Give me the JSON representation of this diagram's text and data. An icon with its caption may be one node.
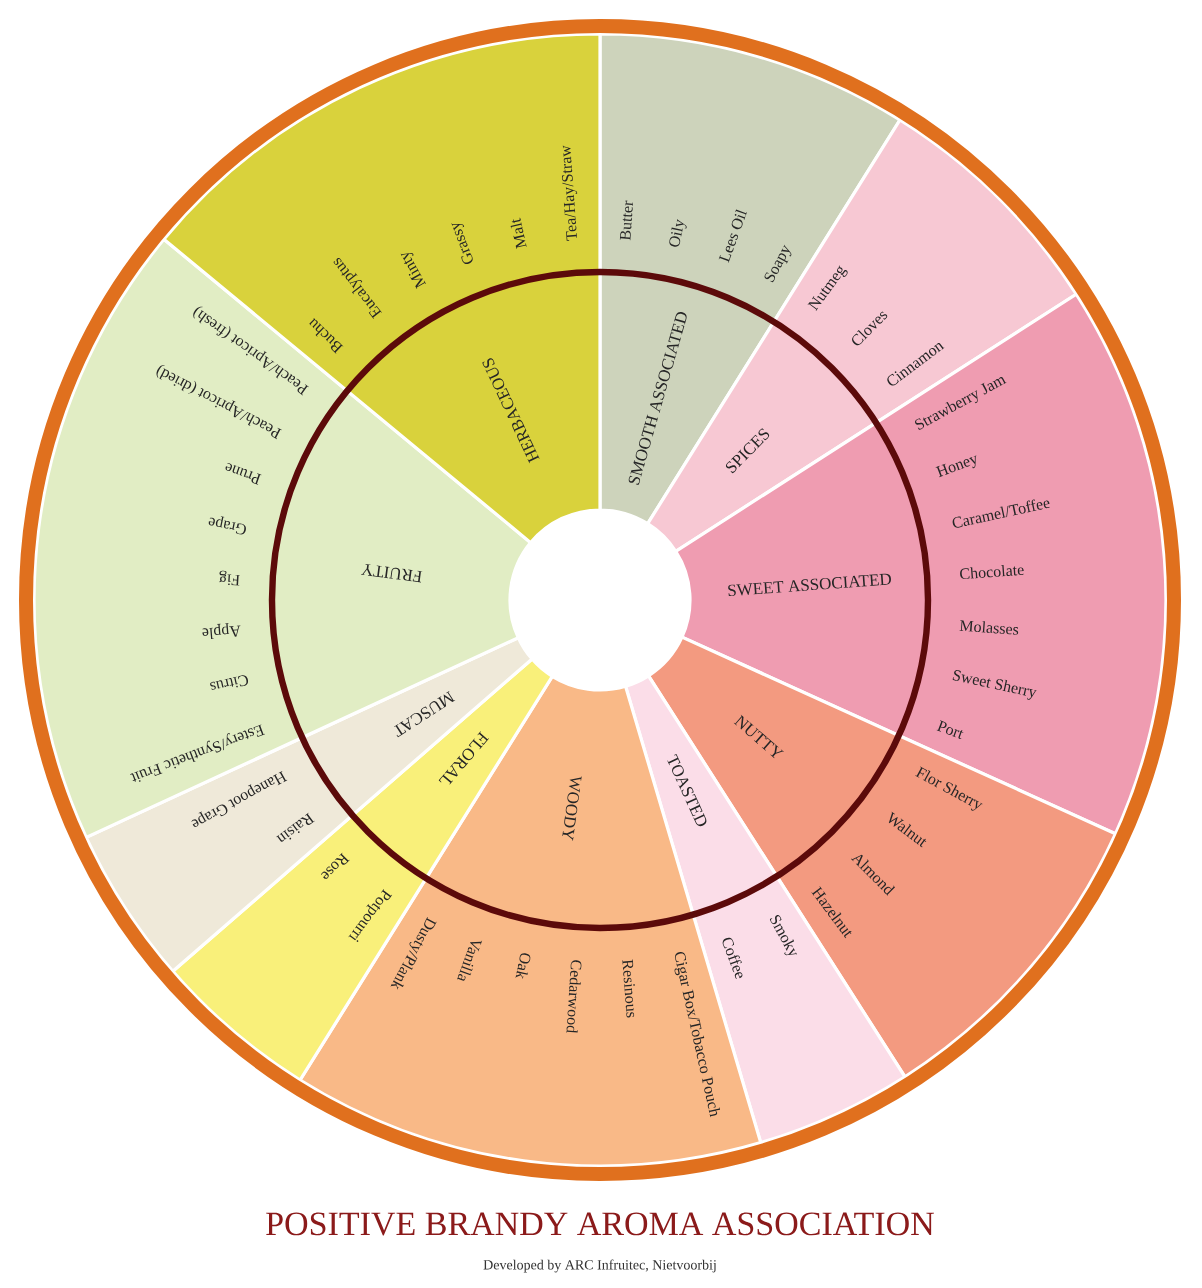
{
  "diagram": {
    "title": "POSITIVE BRANDY AROMA ASSOCIATION",
    "caption": "Developed by ARC Infruitec, Nietvoorbij",
    "nodes": [
      {
        "text": [
          "SMOOTH ASSOCIATED",
          "Butter",
          "Oily",
          "Lees Oil",
          "Soapy"
        ]
      },
      {
        "text": [
          "SPICES",
          "Nutmeg",
          "Cloves",
          "Cinnamon"
        ]
      },
      {
        "text": [
          "SWEET ASSOCIATED",
          "Strawberry Jam",
          "Honey",
          "Caramel/Toffee",
          "Chocolate",
          "Molasses",
          "Sweet Sherry",
          "Port"
        ]
      },
      {
        "text": [
          "NUTTY",
          "Flor Sherry",
          "Walnut",
          "Almond",
          "Hazelnut"
        ]
      },
      {
        "text": [
          "TOASTED",
          "Smoky",
          "Coffee"
        ]
      },
      {
        "text": [
          "WOODY",
          "Cigar Box/Tobacco Pouch",
          "Resinous",
          "Cedarwood",
          "Oak",
          "Vanilla",
          "Dusty/Plank"
        ]
      },
      {
        "text": [
          "FLORAL",
          "Potpourri",
          "Rose"
        ]
      },
      {
        "text": [
          "MUSCAT",
          "Raisin",
          "Hanepoot Grape"
        ]
      },
      {
        "text": [
          "FRUITY",
          "Estery/Synthetic Fruit",
          "Citrus",
          "Apple",
          "Fig",
          "Grape",
          "Prune",
          "Peach/Apricot (dried)",
          "Peach/Apricot (fresh)"
        ]
      },
      {
        "text": [
          "HERBACEOUS",
          "Buchu",
          "Eucalyptus",
          "Minty",
          "Grassy",
          "Malt",
          "Tea/Hay/Straw"
        ]
      }
    ],
    "edges": []
  }
}
